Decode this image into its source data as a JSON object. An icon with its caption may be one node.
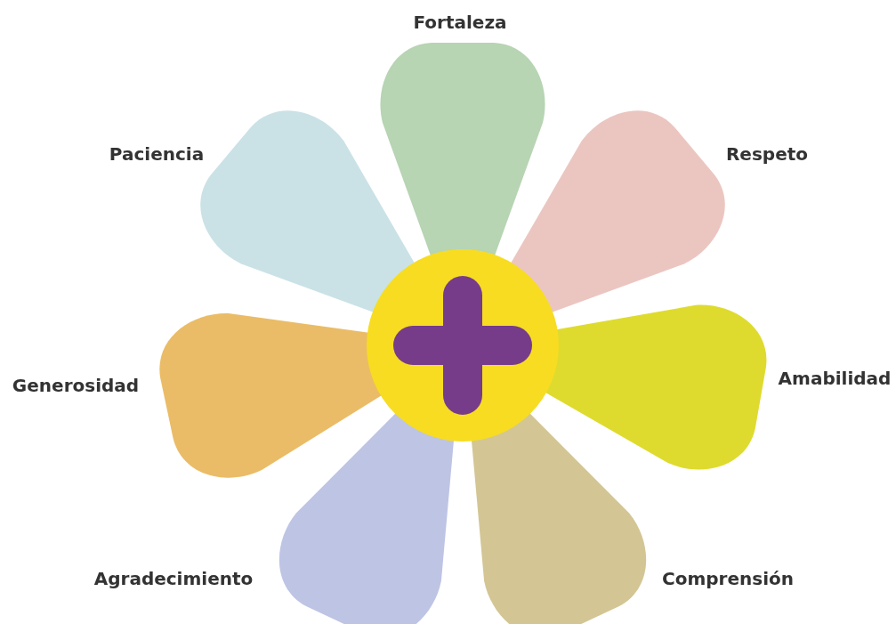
{
  "diagram": {
    "nodes": [
      {
        "text": [],
        "shape": "circle"
      },
      {
        "text": [
          "Fortaleza"
        ]
      },
      {
        "text": [
          "Respeto"
        ]
      },
      {
        "text": [
          "Amabilidad"
        ]
      },
      {
        "text": [
          "Comprensión"
        ]
      },
      {
        "text": [
          "Agradecimiento"
        ]
      },
      {
        "text": [
          "Generosidad"
        ]
      },
      {
        "text": [
          "Paciencia"
        ]
      }
    ]
  }
}
